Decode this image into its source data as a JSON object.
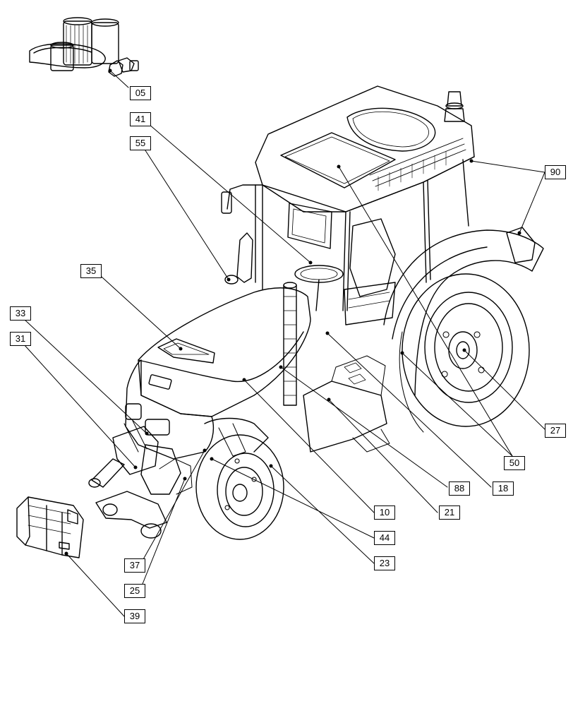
{
  "callouts": [
    {
      "id": "c05",
      "label": "05"
    },
    {
      "id": "c41",
      "label": "41"
    },
    {
      "id": "c55",
      "label": "55"
    },
    {
      "id": "c35",
      "label": "35"
    },
    {
      "id": "c33",
      "label": "33"
    },
    {
      "id": "c31",
      "label": "31"
    },
    {
      "id": "c90",
      "label": "90"
    },
    {
      "id": "c27",
      "label": "27"
    },
    {
      "id": "c50",
      "label": "50"
    },
    {
      "id": "c88",
      "label": "88"
    },
    {
      "id": "c18",
      "label": "18"
    },
    {
      "id": "c10",
      "label": "10"
    },
    {
      "id": "c21",
      "label": "21"
    },
    {
      "id": "c44",
      "label": "44"
    },
    {
      "id": "c23",
      "label": "23"
    },
    {
      "id": "c37",
      "label": "37"
    },
    {
      "id": "c25",
      "label": "25"
    },
    {
      "id": "c39",
      "label": "39"
    }
  ]
}
